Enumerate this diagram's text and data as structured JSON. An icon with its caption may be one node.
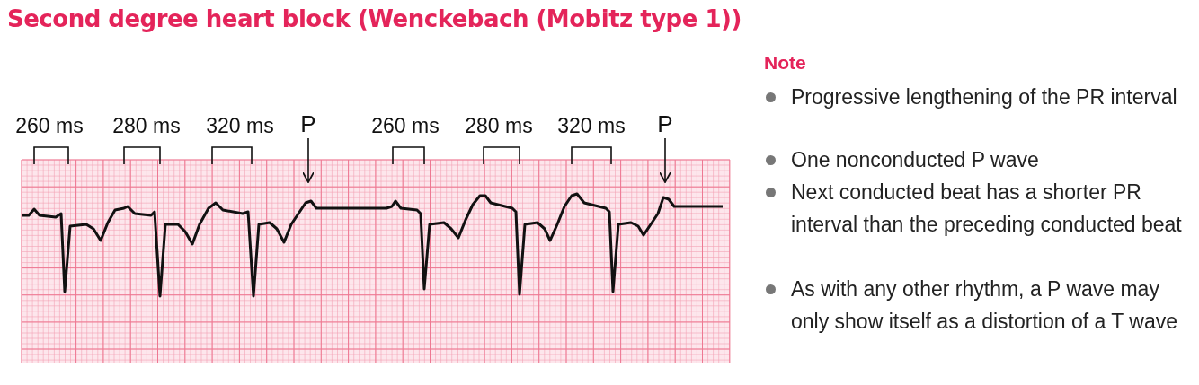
{
  "diagram": {
    "title": "Second degree heart block (Wenckebach (Mobitz type 1))",
    "nodes": [
      {
        "text": [
          "P"
        ]
      },
      {
        "text": [
          "P"
        ]
      }
    ],
    "edges": [
      {
        "from": 0,
        "to": null,
        "arrow": "to"
      },
      {
        "from": 1,
        "to": null,
        "arrow": "to"
      }
    ],
    "labels": [
      "260 ms",
      "280 ms",
      "320 ms",
      "260 ms",
      "280 ms",
      "320 ms",
      "Note",
      "Progressive lengthening of the PR interval",
      "One nonconducted P wave",
      "Next conducted beat has a shorter PR interval than the preceding conducted beat",
      "As with any other rhythm, a P wave may only show itself as a distortion of a T wave"
    ]
  }
}
